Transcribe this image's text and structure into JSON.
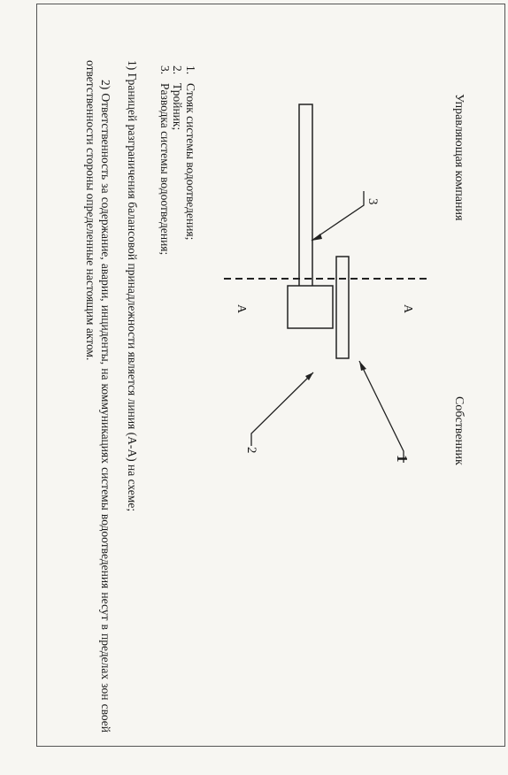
{
  "header": {
    "left": "Управляющая компания",
    "right": "Собственник"
  },
  "diagram": {
    "labels": {
      "a_top": "А",
      "a_bottom": "А",
      "n1": "1",
      "n2": "2",
      "n3": "3"
    }
  },
  "legend": [
    {
      "num": "1.",
      "text": "Стояк системы водоотведения;"
    },
    {
      "num": "2.",
      "text": "Тройник;"
    },
    {
      "num": "3.",
      "text": "Разводка системы водоотведения;"
    }
  ],
  "paragraphs": {
    "p1": "1) Границей разграничения балансовой принадлежности является линия (А-А) на схеме;",
    "p2_num": "2)",
    "p2": "Ответственность за содержание, аварии, инциденты, на коммуникациях системы водоотведения несут в пределах зон своей ответственности стороны определенные настоящим актом."
  }
}
